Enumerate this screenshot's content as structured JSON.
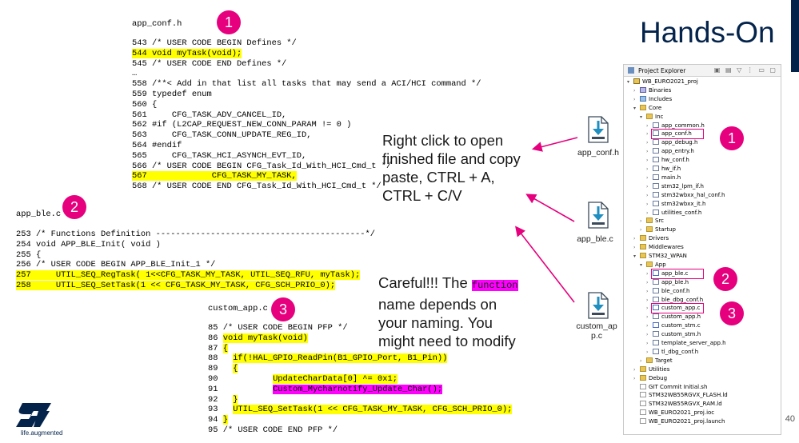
{
  "slide_title": "Hands-On",
  "page_number": "40",
  "logo_tagline": "life.augmented",
  "badges": [
    "1",
    "2",
    "3"
  ],
  "app_conf": {
    "filename": "app_conf.h",
    "lines": [
      {
        "text": "543 /* USER CODE BEGIN Defines */",
        "hl": ""
      },
      {
        "text": "544 void myTask(void);",
        "hl": "y"
      },
      {
        "text": "545 /* USER CODE END Defines */",
        "hl": ""
      },
      {
        "text": "…",
        "hl": ""
      },
      {
        "text": "558 /**< Add in that list all tasks that may send a ACI/HCI command */",
        "hl": ""
      },
      {
        "text": "559 typedef enum",
        "hl": ""
      },
      {
        "text": "560 {",
        "hl": ""
      },
      {
        "text": "561     CFG_TASK_ADV_CANCEL_ID,",
        "hl": ""
      },
      {
        "text": "562 #if (L2CAP_REQUEST_NEW_CONN_PARAM != 0 )",
        "hl": ""
      },
      {
        "text": "563     CFG_TASK_CONN_UPDATE_REG_ID,",
        "hl": ""
      },
      {
        "text": "564 #endif",
        "hl": ""
      },
      {
        "text": "565     CFG_TASK_HCI_ASYNCH_EVT_ID,",
        "hl": ""
      },
      {
        "text": "566 /* USER CODE BEGIN CFG_Task_Id_With_HCI_Cmd_t */",
        "hl": ""
      },
      {
        "text": "567             CFG_TASK_MY_TASK,",
        "hl": "y"
      },
      {
        "text": "568 /* USER CODE END CFG_Task_Id_With_HCI_Cmd_t */",
        "hl": ""
      }
    ]
  },
  "app_ble": {
    "filename": "app_ble.c",
    "lines": [
      {
        "text": "253 /* Functions Definition ------------------------------------------*/",
        "hl": ""
      },
      {
        "text": "254 void APP_BLE_Init( void )",
        "hl": ""
      },
      {
        "text": "255 {",
        "hl": ""
      },
      {
        "text": "256 /* USER CODE BEGIN APP_BLE_Init_1 */",
        "hl": ""
      },
      {
        "text": "257     UTIL_SEQ_RegTask( 1<<CFG_TASK_MY_TASK, UTIL_SEQ_RFU, myTask);",
        "hl": "y"
      },
      {
        "text": "258     UTIL_SEQ_SetTask(1 << CFG_TASK_MY_TASK, CFG_SCH_PRIO_0);",
        "hl": "y"
      }
    ]
  },
  "custom_app": {
    "filename": "custom_app.c",
    "lines": [
      {
        "segs": [
          {
            "t": "85 /* USER CODE BEGIN PFP */",
            "hl": ""
          }
        ]
      },
      {
        "segs": [
          {
            "t": "86 ",
            "hl": ""
          },
          {
            "t": "void myTask(void)",
            "hl": "y"
          }
        ]
      },
      {
        "segs": [
          {
            "t": "87 ",
            "hl": ""
          },
          {
            "t": "{",
            "hl": "y"
          }
        ]
      },
      {
        "segs": [
          {
            "t": "88   ",
            "hl": ""
          },
          {
            "t": "if(!HAL_GPIO_ReadPin(B1_GPIO_Port, B1_Pin))",
            "hl": "y"
          }
        ]
      },
      {
        "segs": [
          {
            "t": "89   ",
            "hl": ""
          },
          {
            "t": "{",
            "hl": "y"
          }
        ]
      },
      {
        "segs": [
          {
            "t": "90           ",
            "hl": ""
          },
          {
            "t": "UpdateCharData[0] ^= 0x1;",
            "hl": "y"
          }
        ]
      },
      {
        "segs": [
          {
            "t": "91           ",
            "hl": ""
          },
          {
            "t": "Custom_Mycharnotify_Update_Char();",
            "hl": "m"
          }
        ]
      },
      {
        "segs": [
          {
            "t": "92   ",
            "hl": ""
          },
          {
            "t": "}",
            "hl": "y"
          }
        ]
      },
      {
        "segs": [
          {
            "t": "93   ",
            "hl": ""
          },
          {
            "t": "UTIL_SEQ_SetTask(1 << CFG_TASK_MY_TASK, CFG_SCH_PRIO_0);",
            "hl": "y"
          }
        ]
      },
      {
        "segs": [
          {
            "t": "94 ",
            "hl": ""
          },
          {
            "t": "}",
            "hl": "y"
          }
        ]
      },
      {
        "segs": [
          {
            "t": "95 /* USER CODE END PFP */",
            "hl": ""
          }
        ]
      }
    ]
  },
  "note_copy": [
    "Right click to open",
    "finished file and copy",
    "paste, CTRL + A,",
    "CTRL + C/V"
  ],
  "note_careful": {
    "before": "Careful!!! The ",
    "function_word": "function",
    "rest": [
      "name depends on",
      "your naming. You",
      "might need to modify"
    ]
  },
  "file_icons": [
    {
      "label": "app_conf.h",
      "icon": "file-download-icon"
    },
    {
      "label": "app_ble.c",
      "icon": "file-download-icon"
    },
    {
      "label": "custom_ap p.c",
      "icon": "file-download-icon"
    }
  ],
  "project_explorer": {
    "title": "Project Explorer",
    "items": [
      {
        "label": "WB_EURO2021_proj",
        "depth": 0,
        "tw": "v",
        "icon": "proj"
      },
      {
        "label": "Binaries",
        "depth": 1,
        "tw": ">",
        "icon": "bin"
      },
      {
        "label": "Includes",
        "depth": 1,
        "tw": ">",
        "icon": "inc"
      },
      {
        "label": "Core",
        "depth": 1,
        "tw": "v",
        "icon": "folder"
      },
      {
        "label": "Inc",
        "depth": 2,
        "tw": "v",
        "icon": "folder"
      },
      {
        "label": "app_common.h",
        "depth": 3,
        "tw": ">",
        "icon": "h"
      },
      {
        "label": "app_conf.h",
        "depth": 3,
        "tw": ">",
        "icon": "h",
        "selected": true
      },
      {
        "label": "app_debug.h",
        "depth": 3,
        "tw": ">",
        "icon": "h"
      },
      {
        "label": "app_entry.h",
        "depth": 3,
        "tw": ">",
        "icon": "h"
      },
      {
        "label": "hw_conf.h",
        "depth": 3,
        "tw": ">",
        "icon": "h"
      },
      {
        "label": "hw_if.h",
        "depth": 3,
        "tw": ">",
        "icon": "h"
      },
      {
        "label": "main.h",
        "depth": 3,
        "tw": ">",
        "icon": "h"
      },
      {
        "label": "stm32_lpm_if.h",
        "depth": 3,
        "tw": ">",
        "icon": "h"
      },
      {
        "label": "stm32wbxx_hal_conf.h",
        "depth": 3,
        "tw": ">",
        "icon": "h"
      },
      {
        "label": "stm32wbxx_it.h",
        "depth": 3,
        "tw": ">",
        "icon": "h"
      },
      {
        "label": "utilities_conf.h",
        "depth": 3,
        "tw": ">",
        "icon": "h"
      },
      {
        "label": "Src",
        "depth": 2,
        "tw": ">",
        "icon": "folder"
      },
      {
        "label": "Startup",
        "depth": 2,
        "tw": ">",
        "icon": "folder"
      },
      {
        "label": "Drivers",
        "depth": 1,
        "tw": ">",
        "icon": "folder"
      },
      {
        "label": "Middlewares",
        "depth": 1,
        "tw": ">",
        "icon": "folder"
      },
      {
        "label": "STM32_WPAN",
        "depth": 1,
        "tw": "v",
        "icon": "folder"
      },
      {
        "label": "App",
        "depth": 2,
        "tw": "v",
        "icon": "folder"
      },
      {
        "label": "app_ble.c",
        "depth": 3,
        "tw": ">",
        "icon": "c",
        "selected": true
      },
      {
        "label": "app_ble.h",
        "depth": 3,
        "tw": ">",
        "icon": "h"
      },
      {
        "label": "ble_conf.h",
        "depth": 3,
        "tw": ">",
        "icon": "h"
      },
      {
        "label": "ble_dbg_conf.h",
        "depth": 3,
        "tw": ">",
        "icon": "h"
      },
      {
        "label": "custom_app.c",
        "depth": 3,
        "tw": ">",
        "icon": "c",
        "selected": true
      },
      {
        "label": "custom_app.h",
        "depth": 3,
        "tw": ">",
        "icon": "h"
      },
      {
        "label": "custom_stm.c",
        "depth": 3,
        "tw": ">",
        "icon": "c"
      },
      {
        "label": "custom_stm.h",
        "depth": 3,
        "tw": ">",
        "icon": "h"
      },
      {
        "label": "template_server_app.h",
        "depth": 3,
        "tw": ">",
        "icon": "h"
      },
      {
        "label": "tl_dbg_conf.h",
        "depth": 3,
        "tw": ">",
        "icon": "h"
      },
      {
        "label": "Target",
        "depth": 2,
        "tw": ">",
        "icon": "folder"
      },
      {
        "label": "Utilities",
        "depth": 1,
        "tw": ">",
        "icon": "folder"
      },
      {
        "label": "Debug",
        "depth": 1,
        "tw": ">",
        "icon": "folder"
      },
      {
        "label": "GIT Commit Initial.sh",
        "depth": 1,
        "tw": "",
        "icon": "file"
      },
      {
        "label": "STM32WB55RGVX_FLASH.ld",
        "depth": 1,
        "tw": "",
        "icon": "file"
      },
      {
        "label": "STM32WB55RGVX_RAM.ld",
        "depth": 1,
        "tw": "",
        "icon": "file"
      },
      {
        "label": "WB_EURO2021_proj.ioc",
        "depth": 1,
        "tw": "",
        "icon": "file"
      },
      {
        "label": "WB_EURO2021_proj.launch",
        "depth": 1,
        "tw": "",
        "icon": "file"
      }
    ]
  }
}
